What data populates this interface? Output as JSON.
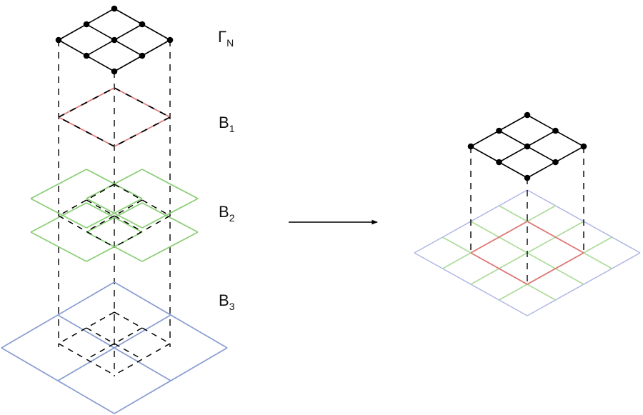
{
  "labels": {
    "gamma": {
      "main": "Γ",
      "sub": "N"
    },
    "b1": {
      "main": "B",
      "sub": "1"
    },
    "b2": {
      "main": "B",
      "sub": "2"
    },
    "b3": {
      "main": "B",
      "sub": "3"
    }
  },
  "colors": {
    "ink": "#000000",
    "red": "#e07878",
    "green": "#8ccf78",
    "blue": "#8c9fd2",
    "combined_green": "#aede98",
    "combined_blue": "#b0b8e4"
  }
}
